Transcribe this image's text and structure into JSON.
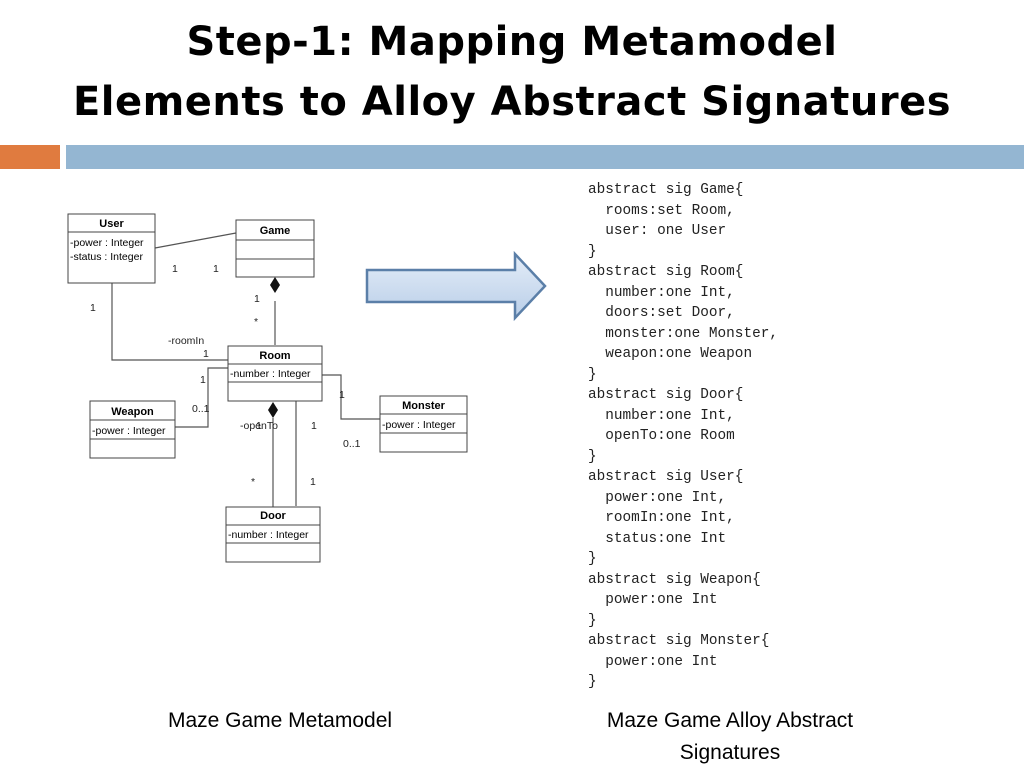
{
  "title": {
    "line1": "Step-1: Mapping Metamodel",
    "line2": "Elements to Alloy Abstract Signatures"
  },
  "colors": {
    "accent_orange": "#E07B3F",
    "accent_blue": "#94B6D2",
    "arrow_fill": "#C9DAEE",
    "arrow_stroke": "#5B7FA8"
  },
  "diagram": {
    "classes": {
      "user": {
        "name": "User",
        "attrs": [
          "-power : Integer",
          "-status : Integer"
        ]
      },
      "game": {
        "name": "Game",
        "attrs": []
      },
      "room": {
        "name": "Room",
        "attrs": [
          "-number : Integer"
        ]
      },
      "weapon": {
        "name": "Weapon",
        "attrs": [
          "-power : Integer"
        ]
      },
      "monster": {
        "name": "Monster",
        "attrs": [
          "-power : Integer"
        ]
      },
      "door": {
        "name": "Door",
        "attrs": [
          "-number : Integer"
        ]
      }
    },
    "labels": {
      "user_game_1a": "1",
      "user_game_1b": "1",
      "user_room_1": "1",
      "room_in": "-roomIn",
      "room_user_1": "1",
      "game_room_1": "1",
      "game_room_star": "*",
      "room_weapon_1": "1",
      "weapon_mult": "0..1",
      "room_monster_1": "1",
      "monster_mult": "0..1",
      "open_to": "-openTo",
      "door_room_1": "1",
      "room_door_1": "1",
      "room_door_star": "*"
    }
  },
  "code_lines": [
    "abstract sig Game{",
    "  rooms:set Room,",
    "  user: one User",
    "}",
    "abstract sig Room{",
    "  number:one Int,",
    "  doors:set Door,",
    "  monster:one Monster,",
    "  weapon:one Weapon",
    "}",
    "abstract sig Door{",
    "  number:one Int,",
    "  openTo:one Room",
    "}",
    "abstract sig User{",
    "  power:one Int,",
    "  roomIn:one Int,",
    "  status:one Int",
    "}",
    "abstract sig Weapon{",
    "  power:one Int",
    "}",
    "abstract sig Monster{",
    "  power:one Int",
    "}"
  ],
  "captions": {
    "left": "Maze Game Metamodel",
    "right_line1": "Maze Game Alloy Abstract",
    "right_line2": "Signatures"
  }
}
